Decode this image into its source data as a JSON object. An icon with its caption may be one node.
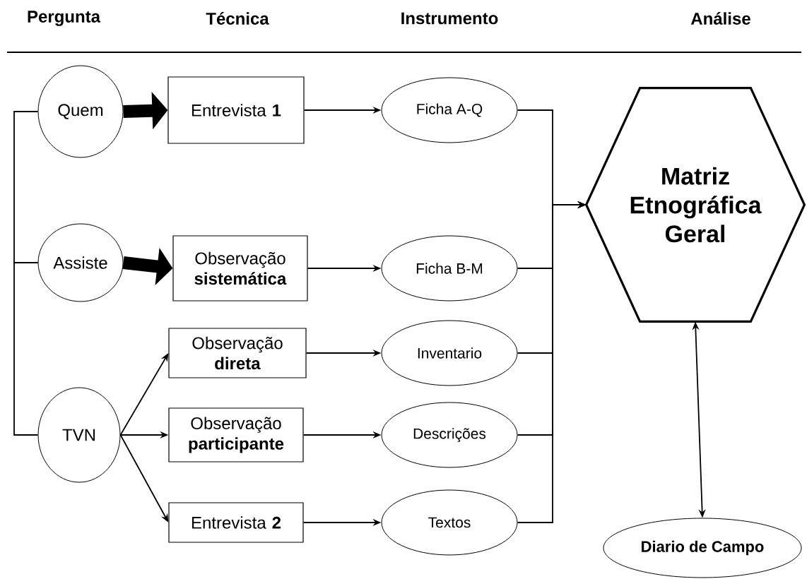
{
  "diagram": {
    "nodes": [
      {
        "text": [
          "Quem"
        ]
      },
      {
        "text": [
          "Entrevista **1**"
        ]
      },
      {
        "text": [
          "Ficha A-Q"
        ]
      },
      {
        "text": [
          "Matriz Etnográfica Geral"
        ]
      },
      {
        "text": [
          "Assiste"
        ]
      },
      {
        "text": [
          "Observação **sistemática**"
        ]
      },
      {
        "text": [
          "Ficha B-M"
        ]
      },
      {
        "text": [
          "Observação **direta**"
        ]
      },
      {
        "text": [
          "Inventario"
        ]
      },
      {
        "text": [
          "TVN"
        ]
      },
      {
        "text": [
          "Observação **participante**"
        ]
      },
      {
        "text": [
          "Descrições"
        ]
      },
      {
        "text": [
          "Entrevista **2**"
        ]
      },
      {
        "text": [
          "Textos"
        ]
      },
      {
        "text": [
          "Diario de Campo"
        ]
      }
    ],
    "edges": [
      {
        "from": 0,
        "to": 1,
        "arrow": "to",
        "style": "thick"
      },
      {
        "from": 4,
        "to": 5,
        "arrow": "to",
        "style": "thick"
      },
      {
        "from": 9,
        "to": 7,
        "arrow": "to"
      },
      {
        "from": 9,
        "to": 10,
        "arrow": "to"
      },
      {
        "from": 9,
        "to": 12,
        "arrow": "to"
      },
      {
        "from": 1,
        "to": 2,
        "arrow": "to"
      },
      {
        "from": 5,
        "to": 6,
        "arrow": "to"
      },
      {
        "from": 7,
        "to": 8,
        "arrow": "to"
      },
      {
        "from": 10,
        "to": 11,
        "arrow": "to"
      },
      {
        "from": 12,
        "to": 13,
        "arrow": "to"
      },
      {
        "from": 2,
        "to": 3,
        "arrow": "to"
      },
      {
        "from": 6,
        "to": 3,
        "arrow": "to"
      },
      {
        "from": 8,
        "to": 3,
        "arrow": "to"
      },
      {
        "from": 11,
        "to": 3,
        "arrow": "to"
      },
      {
        "from": 13,
        "to": 3,
        "arrow": "to"
      },
      {
        "from": 3,
        "to": 14,
        "arrow": "both"
      },
      {
        "from": 0,
        "to": 4,
        "arrow": "none"
      },
      {
        "from": 4,
        "to": 9,
        "arrow": "none"
      }
    ],
    "labels": [
      "Pergunta",
      "Técnica",
      "Instrumento",
      "Análise"
    ]
  }
}
